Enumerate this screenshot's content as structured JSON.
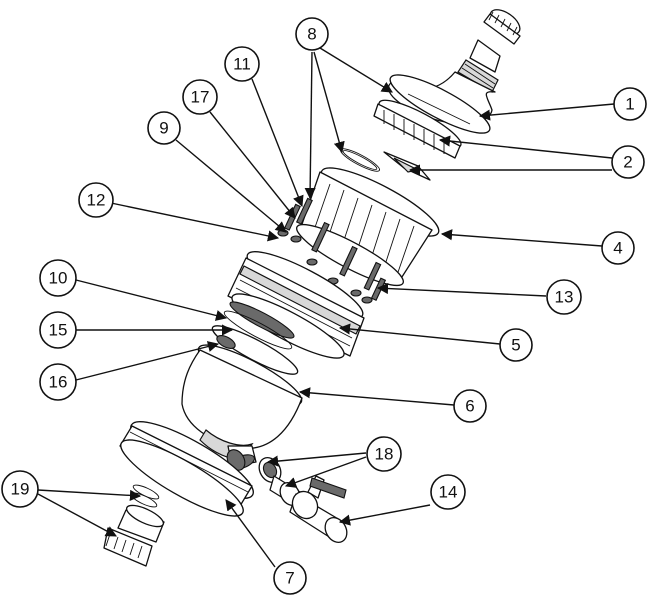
{
  "callouts": [
    {
      "id": "1",
      "label": "1"
    },
    {
      "id": "2",
      "label": "2"
    },
    {
      "id": "4",
      "label": "4"
    },
    {
      "id": "5",
      "label": "5"
    },
    {
      "id": "6",
      "label": "6"
    },
    {
      "id": "7",
      "label": "7"
    },
    {
      "id": "8",
      "label": "8"
    },
    {
      "id": "9",
      "label": "9"
    },
    {
      "id": "10",
      "label": "10"
    },
    {
      "id": "11",
      "label": "11"
    },
    {
      "id": "12",
      "label": "12"
    },
    {
      "id": "13",
      "label": "13"
    },
    {
      "id": "14",
      "label": "14"
    },
    {
      "id": "15",
      "label": "15"
    },
    {
      "id": "16",
      "label": "16"
    },
    {
      "id": "17",
      "label": "17"
    },
    {
      "id": "18",
      "label": "18"
    },
    {
      "id": "19",
      "label": "19"
    }
  ]
}
